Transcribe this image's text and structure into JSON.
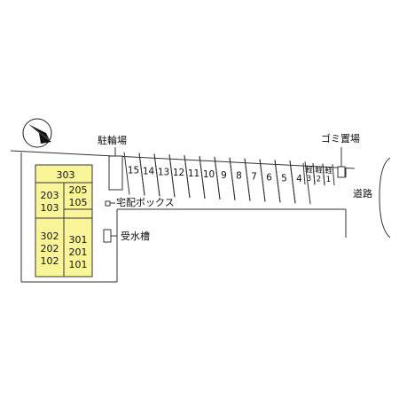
{
  "labels": {
    "bicycle_parking": "駐輪場",
    "garbage": "ゴミ置場",
    "road": "道路",
    "delivery_box": "宅配ボックス",
    "water_tank": "受水槽"
  },
  "units": {
    "top": "303",
    "left_upper": [
      "203",
      "103"
    ],
    "right_upper": [
      "205",
      "105"
    ],
    "left_lower": [
      "302",
      "202",
      "102"
    ],
    "right_lower": [
      "301",
      "201",
      "101"
    ]
  },
  "parking_slots": [
    "15",
    "14",
    "13",
    "12",
    "11",
    "10",
    "9",
    "8",
    "7",
    "6",
    "5",
    "4"
  ],
  "kei_slots": [
    {
      "kind": "軽",
      "num": "3"
    },
    {
      "kind": "軽",
      "num": "2"
    },
    {
      "kind": "軽",
      "num": "1"
    }
  ],
  "colors": {
    "building": "#fbf59a",
    "line": "#333333"
  }
}
